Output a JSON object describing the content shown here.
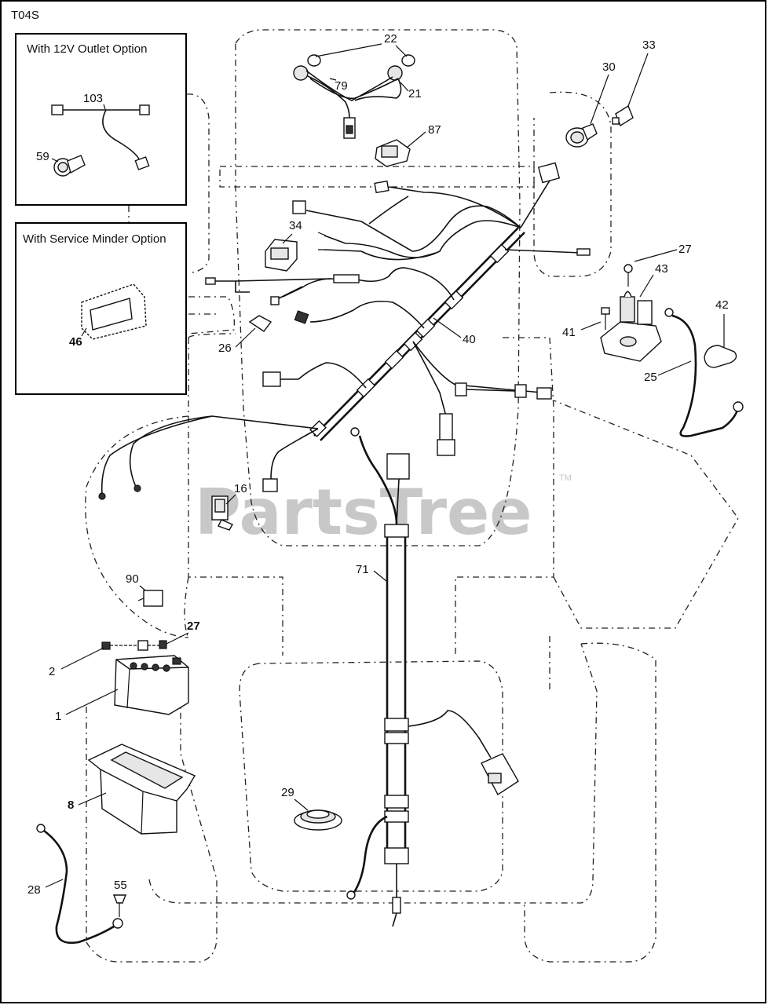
{
  "diagram_code": "T04S",
  "watermark": {
    "text": "PartsTree",
    "tm": "TM"
  },
  "insets": {
    "outlet_option": {
      "title": "With 12V Outlet Option"
    },
    "service_minder_option": {
      "title": "With Service Minder Option"
    }
  },
  "callouts": {
    "c1": "1",
    "c2": "2",
    "c8": "8",
    "c16": "16",
    "c21": "21",
    "c22": "22",
    "c25": "25",
    "c26": "26",
    "c27a": "27",
    "c27b": "27",
    "c28": "28",
    "c29": "29",
    "c30": "30",
    "c33": "33",
    "c34": "34",
    "c40": "40",
    "c41": "41",
    "c42": "42",
    "c43": "43",
    "c46": "46",
    "c55": "55",
    "c59": "59",
    "c71": "71",
    "c79": "79",
    "c87": "87",
    "c90": "90",
    "c103": "103"
  }
}
